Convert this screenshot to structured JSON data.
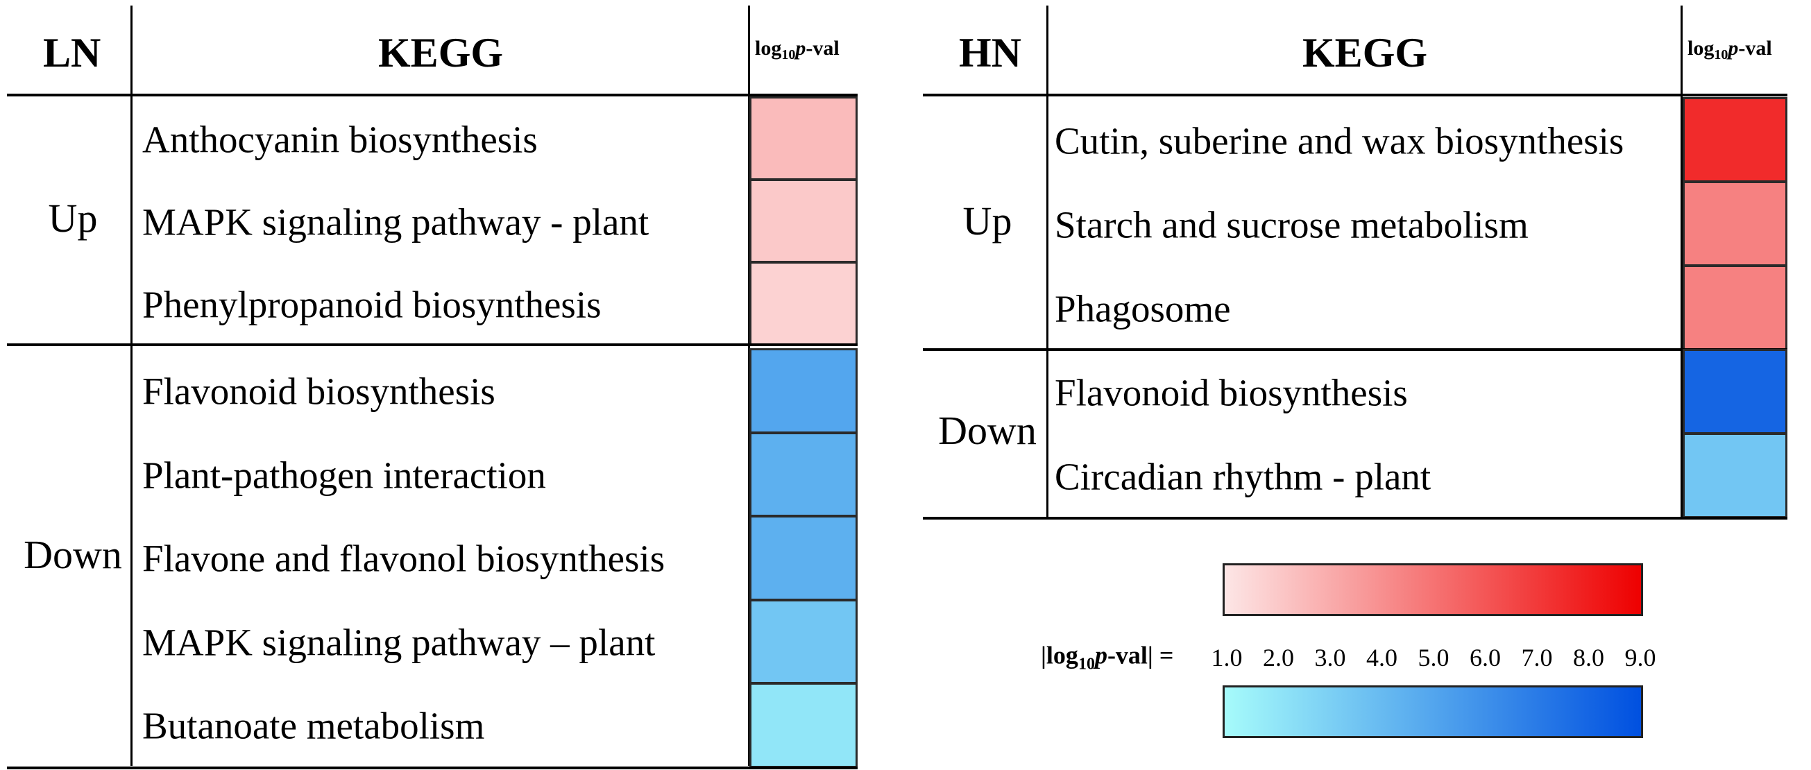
{
  "panels": [
    {
      "key": "ln",
      "header_group": "LN",
      "header_kegg": "KEGG",
      "header_val_prefix": "log",
      "header_val_sub": "10",
      "header_val_p": "p",
      "header_val_suffix": "-val",
      "groups": [
        {
          "label": "Up",
          "direction": "up",
          "items": [
            {
              "pathway": "Anthocyanin biosynthesis",
              "abs_log10_pval": 2.5
            },
            {
              "pathway": "MAPK signaling pathway - plant",
              "abs_log10_pval": 2.0
            },
            {
              "pathway": "Phenylpropanoid biosynthesis",
              "abs_log10_pval": 1.7
            }
          ]
        },
        {
          "label": "Down",
          "direction": "down",
          "items": [
            {
              "pathway": "Flavonoid biosynthesis",
              "abs_log10_pval": 5.0
            },
            {
              "pathway": "Plant-pathogen interaction",
              "abs_log10_pval": 4.5
            },
            {
              "pathway": "Flavone and flavonol biosynthesis",
              "abs_log10_pval": 4.5
            },
            {
              "pathway": "MAPK signaling pathway – plant",
              "abs_log10_pval": 3.5
            },
            {
              "pathway": "Butanoate metabolism",
              "abs_log10_pval": 2.0
            }
          ]
        }
      ]
    },
    {
      "key": "hn",
      "header_group": "HN",
      "header_kegg": "KEGG",
      "header_val_prefix": "log",
      "header_val_sub": "10",
      "header_val_p": "p",
      "header_val_suffix": "-val",
      "groups": [
        {
          "label": "Up",
          "direction": "up",
          "items": [
            {
              "pathway": "Cutin, suberine and wax biosynthesis",
              "abs_log10_pval": 7.5
            },
            {
              "pathway": "Starch and sucrose metabolism",
              "abs_log10_pval": 4.5
            },
            {
              "pathway": "Phagosome",
              "abs_log10_pval": 4.5
            }
          ]
        },
        {
          "label": "Down",
          "direction": "down",
          "items": [
            {
              "pathway": "Flavonoid biosynthesis",
              "abs_log10_pval": 8.0
            },
            {
              "pathway": "Circadian rhythm - plant",
              "abs_log10_pval": 3.5
            }
          ]
        }
      ]
    }
  ],
  "colorbar": {
    "label_prefix": "|log",
    "label_sub": "10",
    "label_p": "p",
    "label_suffix": "-val| = ",
    "ticks": [
      "1.0",
      "2.0",
      "3.0",
      "4.0",
      "5.0",
      "6.0",
      "7.0",
      "8.0",
      "9.0"
    ],
    "range": [
      1.0,
      9.0
    ],
    "up_colors": {
      "min": "#fde6e6",
      "max": "#ee0000"
    },
    "down_colors": {
      "min": "#a6fbfb",
      "max": "#0050e0"
    }
  },
  "chart_data": {
    "type": "heatmap",
    "value_name": "|log10 p-val|",
    "value_range": [
      1.0,
      9.0
    ],
    "tables": [
      {
        "condition": "LN",
        "rows": [
          {
            "group": "Up",
            "pathway": "Anthocyanin biosynthesis",
            "value": 2.5
          },
          {
            "group": "Up",
            "pathway": "MAPK signaling pathway - plant",
            "value": 2.0
          },
          {
            "group": "Up",
            "pathway": "Phenylpropanoid biosynthesis",
            "value": 1.7
          },
          {
            "group": "Down",
            "pathway": "Flavonoid biosynthesis",
            "value": 5.0
          },
          {
            "group": "Down",
            "pathway": "Plant-pathogen interaction",
            "value": 4.5
          },
          {
            "group": "Down",
            "pathway": "Flavone and flavonol biosynthesis",
            "value": 4.5
          },
          {
            "group": "Down",
            "pathway": "MAPK signaling pathway – plant",
            "value": 3.5
          },
          {
            "group": "Down",
            "pathway": "Butanoate metabolism",
            "value": 2.0
          }
        ]
      },
      {
        "condition": "HN",
        "rows": [
          {
            "group": "Up",
            "pathway": "Cutin, suberine and wax biosynthesis",
            "value": 7.5
          },
          {
            "group": "Up",
            "pathway": "Starch and sucrose metabolism",
            "value": 4.5
          },
          {
            "group": "Up",
            "pathway": "Phagosome",
            "value": 4.5
          },
          {
            "group": "Down",
            "pathway": "Flavonoid biosynthesis",
            "value": 8.0
          },
          {
            "group": "Down",
            "pathway": "Circadian rhythm - plant",
            "value": 3.5
          }
        ]
      }
    ]
  }
}
